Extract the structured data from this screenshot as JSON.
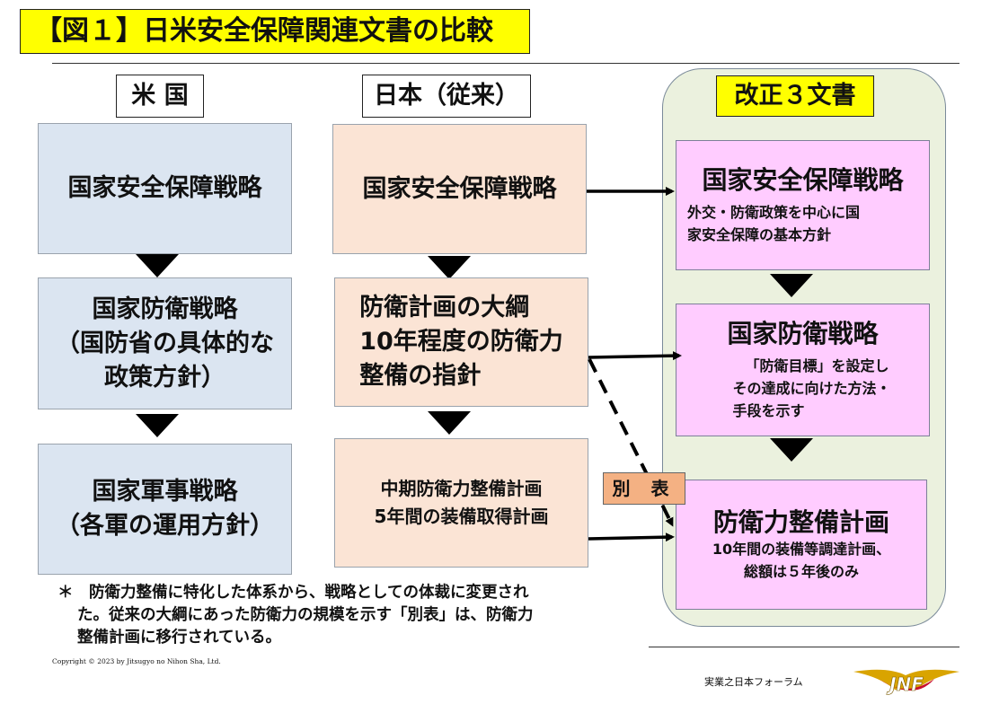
{
  "title": "【図１】日米安全保障関連文書の比較",
  "columns": {
    "us": "米 国",
    "japan": "日本（従来）",
    "revised": "改正３文書"
  },
  "us_boxes": {
    "b1": "国家安全保障戦略",
    "b2_l1": "国家防衛戦略",
    "b2_l2": "（国防省の具体的な",
    "b2_l3": "政策方針）",
    "b3_l1": "国家軍事戦略",
    "b3_l2": "（各軍の運用方針）"
  },
  "jp_boxes": {
    "b1": "国家安全保障戦略",
    "b2_l1": "防衛計画の大綱",
    "b2_l2": "10年程度の防衛力",
    "b2_l3": "整備の指針",
    "b3_l1": "中期防衛力整備計画",
    "b3_l2": "5年間の装備取得計画"
  },
  "revised_boxes": {
    "b1_title": "国家安全保障戦略",
    "b1_sub1": "外交・防衛政策を中心に国",
    "b1_sub2": "家安全保障の基本方針",
    "b2_title": "国家防衛戦略",
    "b2_sub1": "「防衛目標」を設定し",
    "b2_sub2": "その達成に向けた方法・",
    "b2_sub3": "手段を示す",
    "b3_title": "防衛力整備計画",
    "b3_sub1": "10年間の装備等調達計画、",
    "b3_sub2": "総額は５年後のみ"
  },
  "betsuhyo": "別 表",
  "note": {
    "l1": "＊　防衛力整備に特化した体系から、戦略としての体裁に変更され",
    "l2": "た。従来の大綱にあった防衛力の規模を示す「別表」は、防衛力",
    "l3": "整備計画に移行されている。"
  },
  "footer": {
    "copyright": "Copyright  ©  2023  by Jitsugyo  no Nihon Sha, Ltd.",
    "forum": "実業之日本フォーラム",
    "logo_text": "JNF"
  },
  "colors": {
    "title_bg": "#ffff00",
    "us_box": "#dbe5f1",
    "jp_box": "#fbe4d5",
    "revised_box": "#ffccff",
    "panel": "#ebf1de",
    "betsuhyo": "#f4b183",
    "logo": "#d9a400"
  }
}
